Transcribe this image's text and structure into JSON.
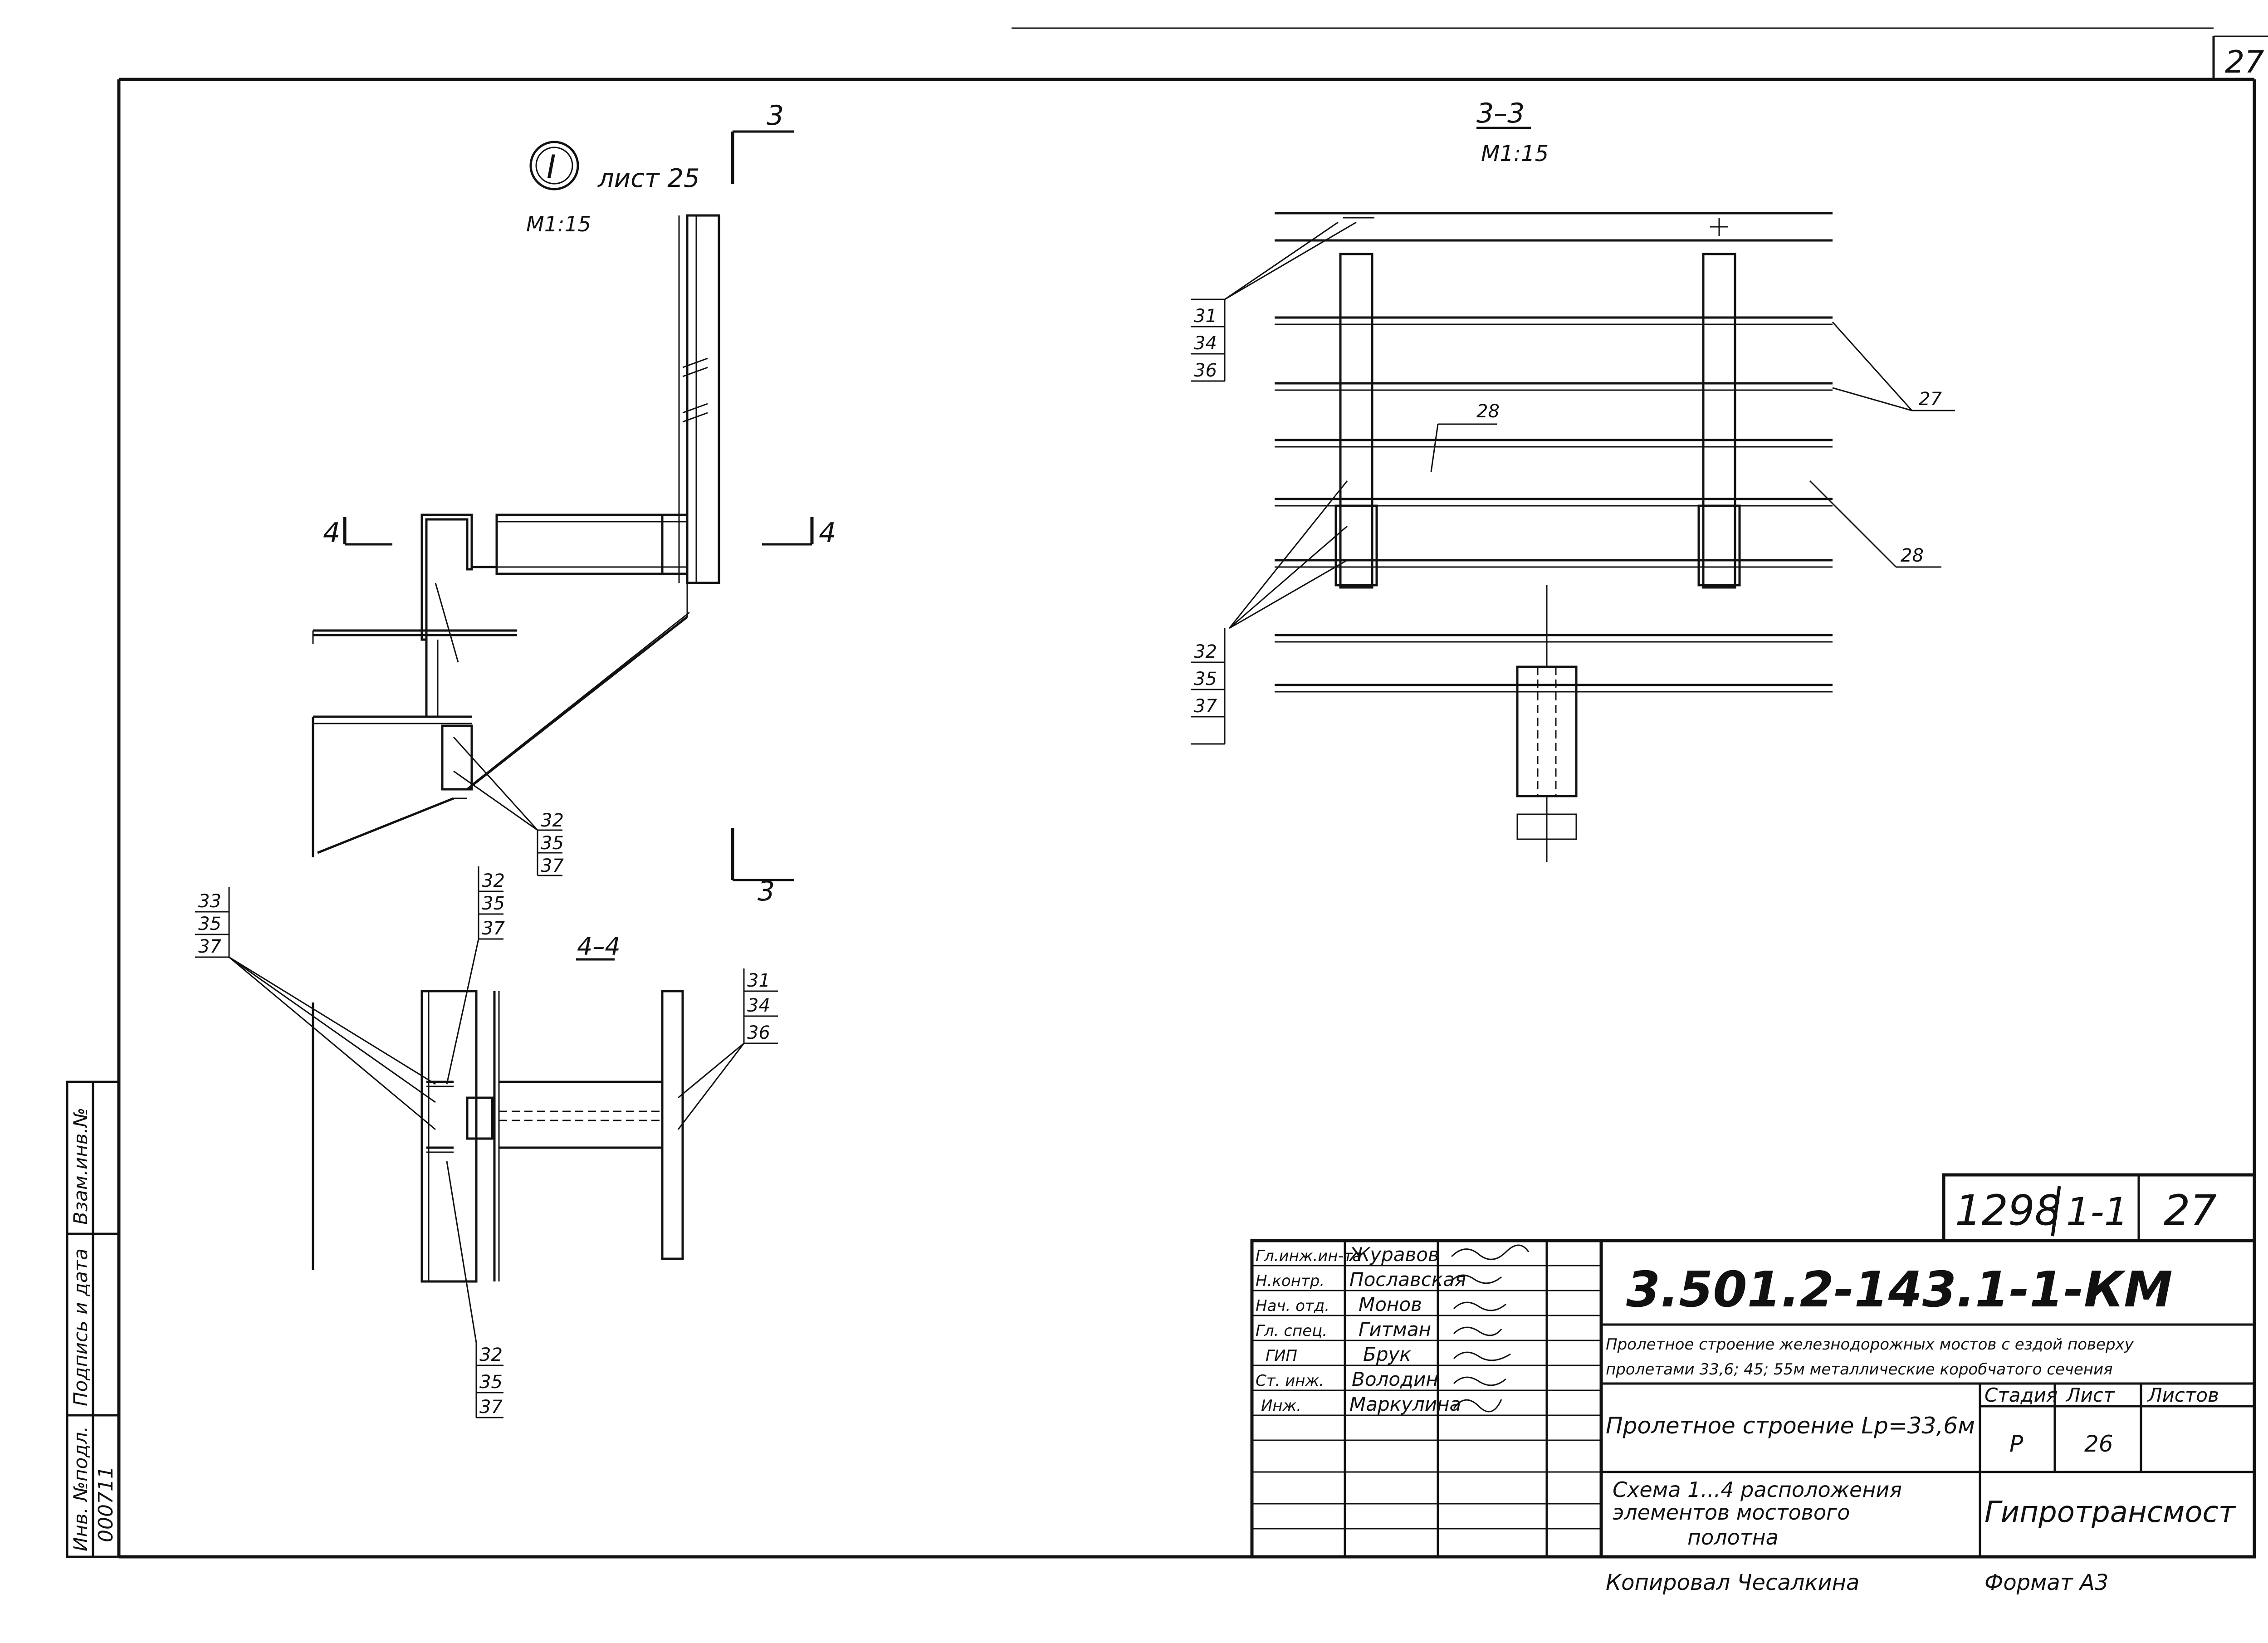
{
  "sheet_number_corner": "27",
  "views": {
    "node_view": {
      "node_mark": "I",
      "sheet_ref": "лист 25",
      "scale": "М1:15"
    },
    "section_3_3": {
      "title": "3–3",
      "scale": "М1:15"
    },
    "section_4_4": {
      "title": "4–4"
    },
    "cut_labels": {
      "cut3_top": "3",
      "cut3_bottom": "3",
      "cut4_left": "4",
      "cut4_right": "4"
    }
  },
  "callouts": {
    "node_left_bottom": [
      "32",
      "35",
      "37"
    ],
    "s33_left": [
      "31",
      "34",
      "36"
    ],
    "s33_left_lower": [
      "32",
      "35",
      "37"
    ],
    "s33_right_27": "27",
    "s33_right_28": "28",
    "s33_mid_28": "28",
    "s44_left": [
      "33",
      "35",
      "37"
    ],
    "s44_top": [
      "32",
      "35",
      "37"
    ],
    "s44_right": [
      "31",
      "34",
      "36"
    ],
    "s44_bottom": [
      "32",
      "35",
      "37"
    ]
  },
  "title_block": {
    "doc_code": "1298",
    "doc_sub": "1-1",
    "page_num": "27",
    "designation": "3.501.2-143.1-1-КМ",
    "project_title": "Пролетное строение железнодорожных мостов с ездой поверху пролетами 33,6; 45; 55м металлические коробчатого сечения",
    "part_title": "Пролетное строение Lр=33,6м",
    "stage_header": "Стадия",
    "sheet_header": "Лист",
    "sheets_header": "Листов",
    "stage": "Р",
    "sheet": "26",
    "sheets": "",
    "drawing_title": "Схема 1...4 расположения элементов мостового полотна",
    "organization": "Гипротрансмост",
    "signers": [
      {
        "role": "Гл.инж.ин-та",
        "name": "Журавов"
      },
      {
        "role": "Н.контр.",
        "name": "Пославская"
      },
      {
        "role": "Нач. отд.",
        "name": "Монов"
      },
      {
        "role": "Гл. спец.",
        "name": "Гитман"
      },
      {
        "role": "ГИП",
        "name": "Брук"
      },
      {
        "role": "Ст. инж.",
        "name": "Володин"
      },
      {
        "role": "Инж.",
        "name": "Маркулина"
      }
    ]
  },
  "side_stamp": {
    "inv_label": "Инв. №подл.",
    "sign_label": "Подпись и дата",
    "replace_label": "Взам.инв.№",
    "inv_value": "000711"
  },
  "footer": {
    "copied": "Копировал Чесалкина",
    "format": "Формат А3"
  }
}
